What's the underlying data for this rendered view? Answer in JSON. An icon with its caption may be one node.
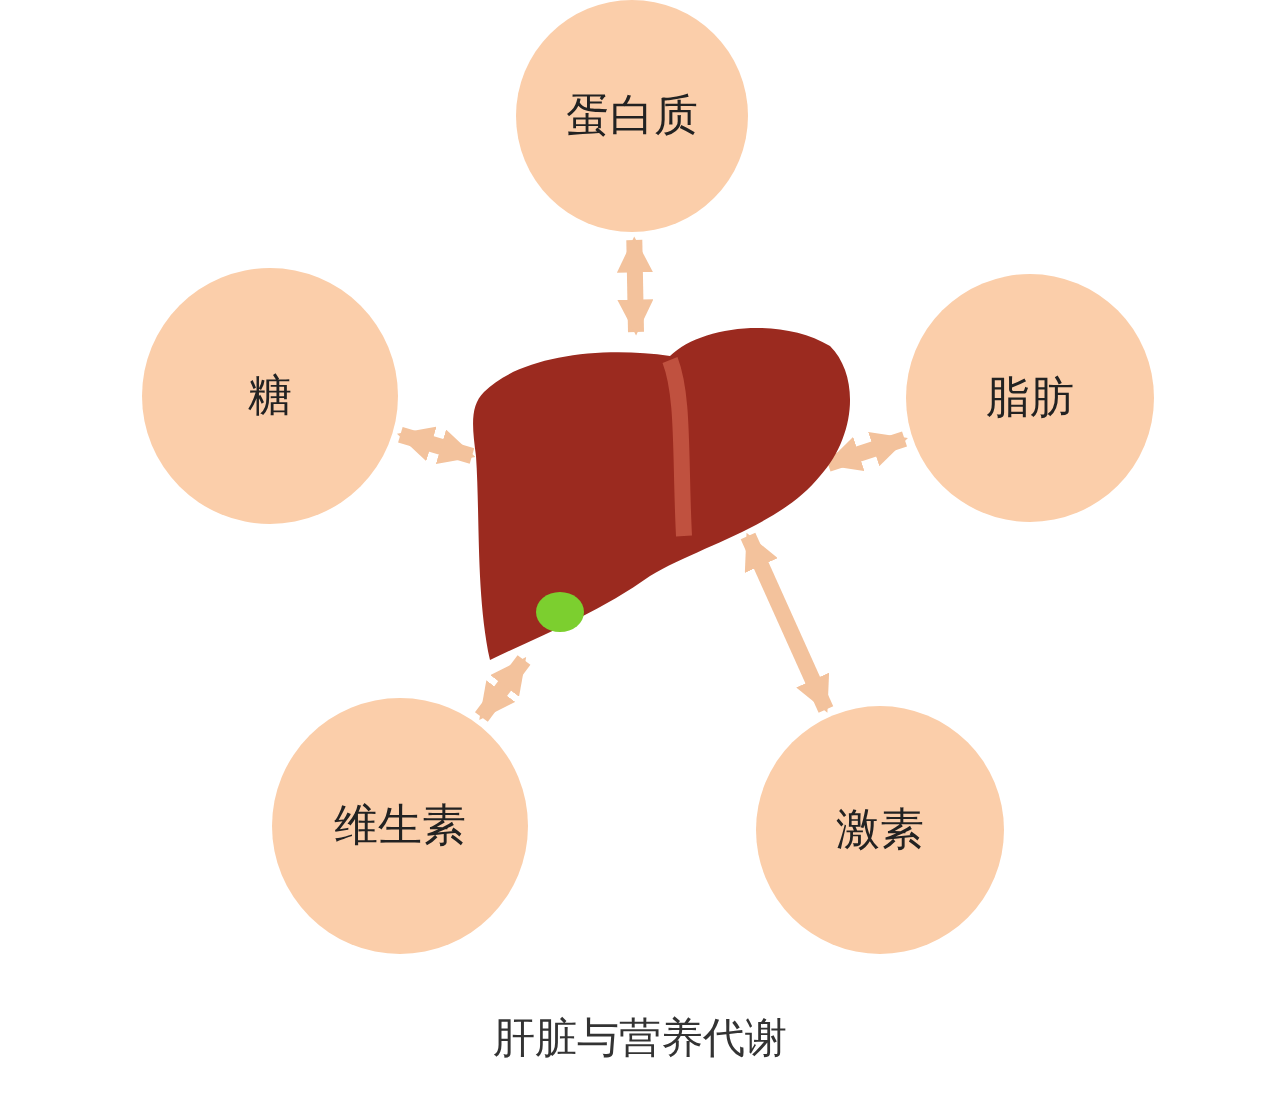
{
  "diagram": {
    "caption": "肝脏与营养代谢",
    "nodes": [
      {
        "text": [
          "蛋白质"
        ]
      },
      {
        "text": [
          "糖"
        ]
      },
      {
        "text": [],
        "shape": "picture"
      },
      {
        "text": [
          "脂肪"
        ]
      },
      {
        "text": [
          "维生素"
        ]
      },
      {
        "text": [
          "激素"
        ]
      }
    ],
    "edges": [
      {
        "from": 2,
        "to": 0,
        "arrow": "both"
      },
      {
        "from": 2,
        "to": 1,
        "arrow": "both"
      },
      {
        "from": 2,
        "to": 3,
        "arrow": "both"
      },
      {
        "from": 2,
        "to": 4,
        "arrow": "both"
      },
      {
        "from": 2,
        "to": 5,
        "arrow": "both"
      }
    ]
  }
}
